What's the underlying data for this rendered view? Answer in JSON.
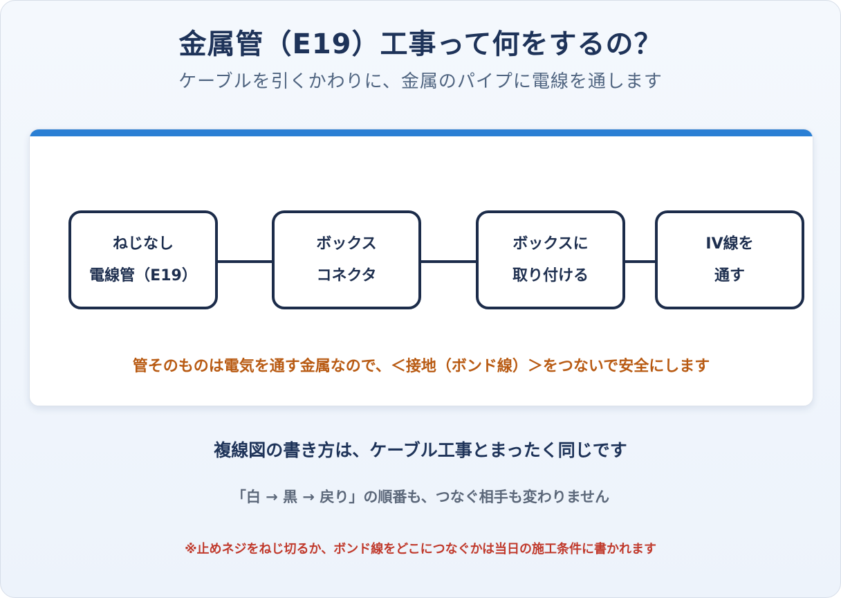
{
  "header": {
    "title": "金属管（E19）工事って何をするの？",
    "subtitle": "ケーブルを引くかわりに、金属のパイプに電線を通します"
  },
  "flow": {
    "steps": [
      {
        "line1": "ねじなし",
        "line2": "電線管（E19）"
      },
      {
        "line1": "ボックス",
        "line2": "コネクタ"
      },
      {
        "line1": "ボックスに",
        "line2": "取り付ける"
      },
      {
        "line1": "IV線を",
        "line2": "通す"
      }
    ],
    "note": "管そのものは電気を通す金属なので、＜接地（ボンド線）＞をつないで安全にします",
    "accent_color": "#2a7fd4",
    "note_color": "#b85a12"
  },
  "footer": {
    "line1": "複線図の書き方は、ケーブル工事とまったく同じです",
    "line2": "「白 → 黒 → 戻り」の順番も、つなぐ相手も変わりません",
    "line3": "※止めネジをねじ切るか、ボンド線をどこにつなぐかは当日の施工条件に書かれます",
    "warning_color": "#c0392b"
  }
}
